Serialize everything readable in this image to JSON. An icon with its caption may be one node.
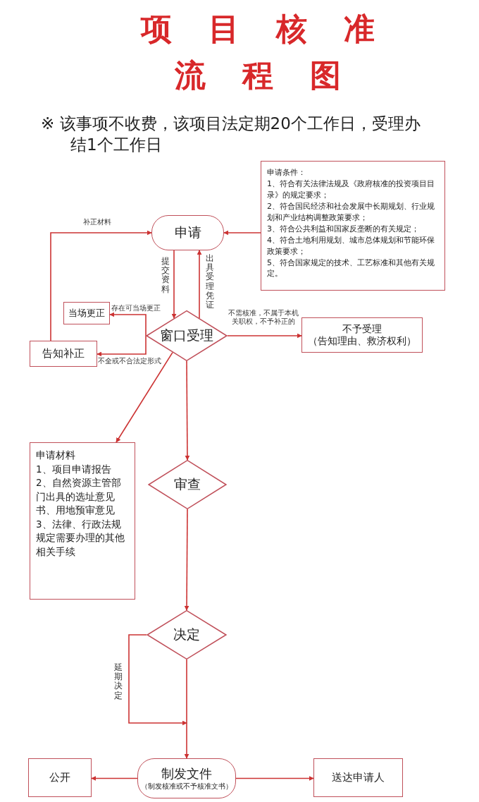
{
  "diagram": {
    "title": "项目核准流程图",
    "nodes": [
      {
        "text": [
          "申请"
        ]
      },
      {
        "text": [
          "申请条件：",
          "1、符合有关法律法规及《政府核准的投资项目目录》的规定要求；",
          "2、符合国民经济和社会发展中长期规划、行业规划和产业结构调整政策要求；",
          "3、符合公共利益和国家反垄断的有关规定；",
          "4、符合土地利用规划、城市总体规划和节能环保政策要求；",
          "5、符合国家规定的技术、工艺标准和其他有关规定。"
        ]
      },
      {
        "text": [
          "窗口受理"
        ]
      },
      {
        "text": [
          "当场更正"
        ]
      },
      {
        "text": [
          "告知补正"
        ]
      },
      {
        "text": [
          "不予受理",
          "（告知理由、救济权利）"
        ]
      },
      {
        "text": [
          "申请材料",
          "1、项目申请报告",
          "2、自然资源主管部门出具的选址意见书、用地预审意见",
          "3、法律、行政法规规定需要办理的其他相关手续"
        ]
      },
      {
        "text": [
          "审查"
        ]
      },
      {
        "text": [
          "决定"
        ]
      },
      {
        "text": [
          "制发文件",
          "（制发核准或不予核准文书）"
        ]
      },
      {
        "text": [
          "公开"
        ]
      },
      {
        "text": [
          "送达申请人"
        ]
      }
    ],
    "edges": [
      {
        "from": 0,
        "to": 2,
        "arrow": "to",
        "label": "提交资料"
      },
      {
        "from": 2,
        "to": 0,
        "arrow": "to",
        "label": "出具受理凭证"
      },
      {
        "from": 1,
        "to": 0,
        "arrow": "to"
      },
      {
        "from": 4,
        "to": 0,
        "arrow": "to",
        "label": "补正材料"
      },
      {
        "from": 2,
        "to": 3,
        "arrow": "to",
        "label": "存在可当场更正"
      },
      {
        "from": 2,
        "to": 4,
        "arrow": "to",
        "label": "不全或不合法定形式"
      },
      {
        "from": 2,
        "to": 5,
        "arrow": "to",
        "label": "不需核准，不属于本机关职权，不予补正的"
      },
      {
        "from": 2,
        "to": 6,
        "arrow": "to"
      },
      {
        "from": 2,
        "to": 7,
        "arrow": "to"
      },
      {
        "from": 7,
        "to": 8,
        "arrow": "to"
      },
      {
        "from": 8,
        "to": 9,
        "arrow": "to"
      },
      {
        "from": 8,
        "to": 9,
        "arrow": "to",
        "label": "延期决定"
      },
      {
        "from": 9,
        "to": 10,
        "arrow": "to"
      },
      {
        "from": 9,
        "to": 11,
        "arrow": "to"
      }
    ],
    "labels": [
      "※ 该事项不收费，该项目法定期20个工作日，受理办结1个工作日"
    ]
  }
}
